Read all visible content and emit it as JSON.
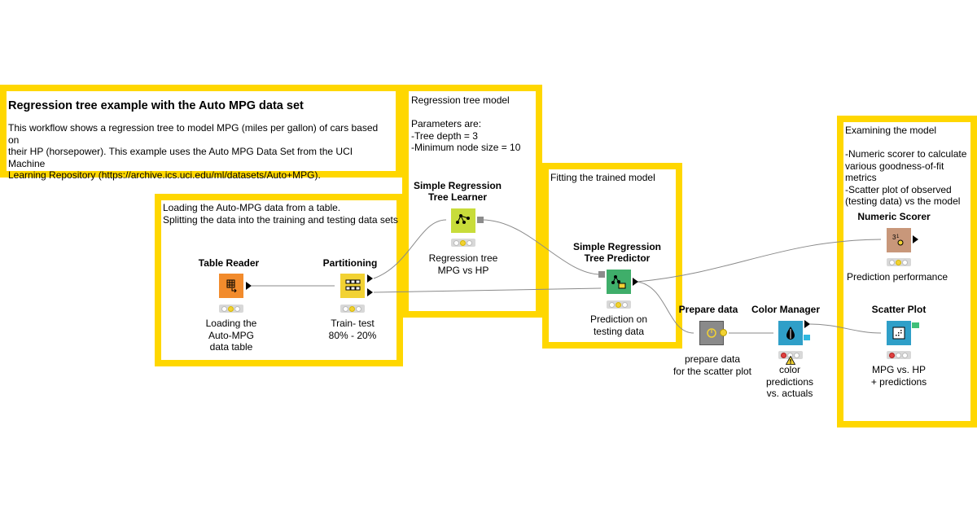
{
  "colors": {
    "annotation_border": "#ffd700",
    "source_node": "#f28b2c",
    "manipulator_node": "#f2d233",
    "learner_node": "#c8dc3a",
    "predictor_node": "#3fae6a",
    "meta_node": "#8a8a8a",
    "visualizer_node": "#2f9fc8",
    "scorer_node": "#c8977a",
    "view_port": "#3fc07a"
  },
  "annotations": {
    "intro": {
      "title": "Regression tree example with the Auto MPG data set",
      "body": "This workflow shows  a regression tree  to model MPG (miles per gallon) of cars based on\ntheir HP (horsepower). This example uses the Auto MPG Data Set from the UCI Machine\nLearning Repository (https://archive.ics.uci.edu/ml/datasets/Auto+MPG)."
    },
    "loading": {
      "text": "Loading the Auto-MPG data from a table.\nSplitting the data into the training and testing data sets"
    },
    "model": {
      "text": "Regression tree model\n\nParameters are:\n-Tree depth = 3\n-Minimum node size = 10"
    },
    "fitting": {
      "text": "Fitting the trained model"
    },
    "examining": {
      "text": "Examining the model\n\n-Numeric scorer to calculate\nvarious goodness-of-fit\nmetrics\n-Scatter plot of observed\n(testing data) vs the model"
    }
  },
  "nodes": {
    "table_reader": {
      "title": "Table Reader",
      "label": "Loading the\nAuto-MPG\ndata table",
      "icon": "table-icon",
      "status": "yellow"
    },
    "partitioning": {
      "title": "Partitioning",
      "label": "Train- test\n80% - 20%",
      "icon": "partition-icon",
      "status": "yellow"
    },
    "learner": {
      "title": "Simple Regression\nTree Learner",
      "label": "Regression tree\nMPG vs HP",
      "icon": "tree-icon",
      "status": "yellow"
    },
    "predictor": {
      "title": "Simple Regression\nTree Predictor",
      "label": "Prediction on\ntesting data",
      "icon": "tree-predict-icon",
      "status": "yellow"
    },
    "prepare": {
      "title": "Prepare data",
      "label": "prepare data\nfor the scatter plot",
      "icon": "metanode-icon",
      "status": "none"
    },
    "color_manager": {
      "title": "Color Manager",
      "label": "color\npredictions\nvs. actuals",
      "icon": "color-drop-icon",
      "status": "red",
      "warning": true
    },
    "scorer": {
      "title": "Numeric Scorer",
      "label": "Prediction performance",
      "icon": "scorer-icon",
      "status": "yellow"
    },
    "scatter": {
      "title": "Scatter Plot",
      "label": "MPG vs. HP\n+ predictions",
      "icon": "scatter-plot-icon",
      "status": "red"
    }
  }
}
